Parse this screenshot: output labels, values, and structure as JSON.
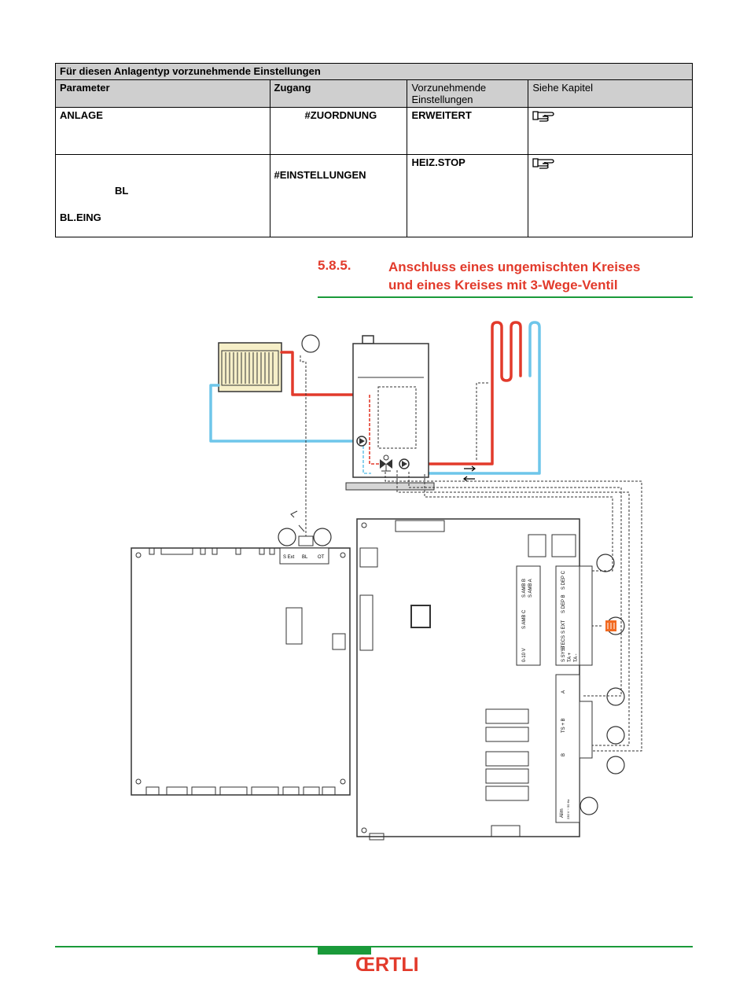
{
  "table": {
    "caption": "Für diesen Anlagentyp vorzunehmende Einstellungen",
    "headers": [
      "Parameter",
      "Zugang",
      "Vorzunehmende Einstellungen",
      "Siehe Kapitel"
    ],
    "rows": [
      {
        "parameter": "ANLAGE",
        "zugang": "#ZUORDNUNG",
        "setting": "ERWEITERT",
        "chapter_icon": "hand-pointer-icon"
      },
      {
        "parameter_lines": [
          "BL",
          "BL.EING"
        ],
        "zugang": "#EINSTELLUNGEN",
        "setting": "HEIZ.STOP",
        "chapter_icon": "hand-pointer-icon"
      }
    ]
  },
  "section": {
    "number": "5.8.5.",
    "title_line1": "Anschluss eines ungemischten Kreises",
    "title_line2": "und eines Kreises mit 3-Wege-Ventil"
  },
  "diagram": {
    "colors": {
      "hot": "#e23a2b",
      "cold": "#6ec6ea",
      "wire": "#333333",
      "plug": "#f26a21"
    },
    "left_board": {
      "terminal_labels": [
        "S Ext",
        "BL",
        "OT"
      ]
    },
    "main_board": {
      "terminal_labels": [
        "S AMB B",
        "S AMB A",
        "S DEP C",
        "S DEP B",
        "S AMB C",
        "S EXT",
        "S ECS",
        "0-10 V",
        "S SYST",
        "TA +",
        "TA -"
      ],
      "pump_labels": [
        "A",
        "TS + B",
        "B",
        "Alim"
      ],
      "alim_text": "230 V ~ 50 Hz"
    }
  },
  "footer": {
    "logo": "ŒRTLI"
  }
}
